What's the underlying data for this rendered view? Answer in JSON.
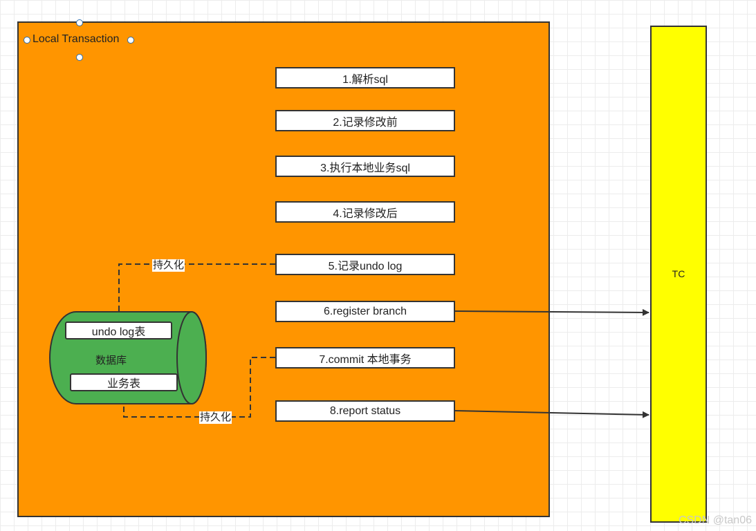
{
  "frame": {
    "title": "Local Transaction"
  },
  "steps": [
    "1.解析sql",
    "2.记录修改前",
    "3.执行本地业务sql",
    "4.记录修改后",
    "5.记录undo log",
    "6.register branch",
    "7.commit 本地事务",
    "8.report status"
  ],
  "database": {
    "label": "数据库",
    "tables": [
      "undo log表",
      "业务表"
    ]
  },
  "edge_labels": {
    "persist_top": "持久化",
    "persist_bottom": "持久化"
  },
  "tc": {
    "label": "TC"
  },
  "watermark": "CSDN @tan06",
  "colors": {
    "frame": "#ff9500",
    "tc": "#ffff00",
    "database": "#4caf50"
  }
}
